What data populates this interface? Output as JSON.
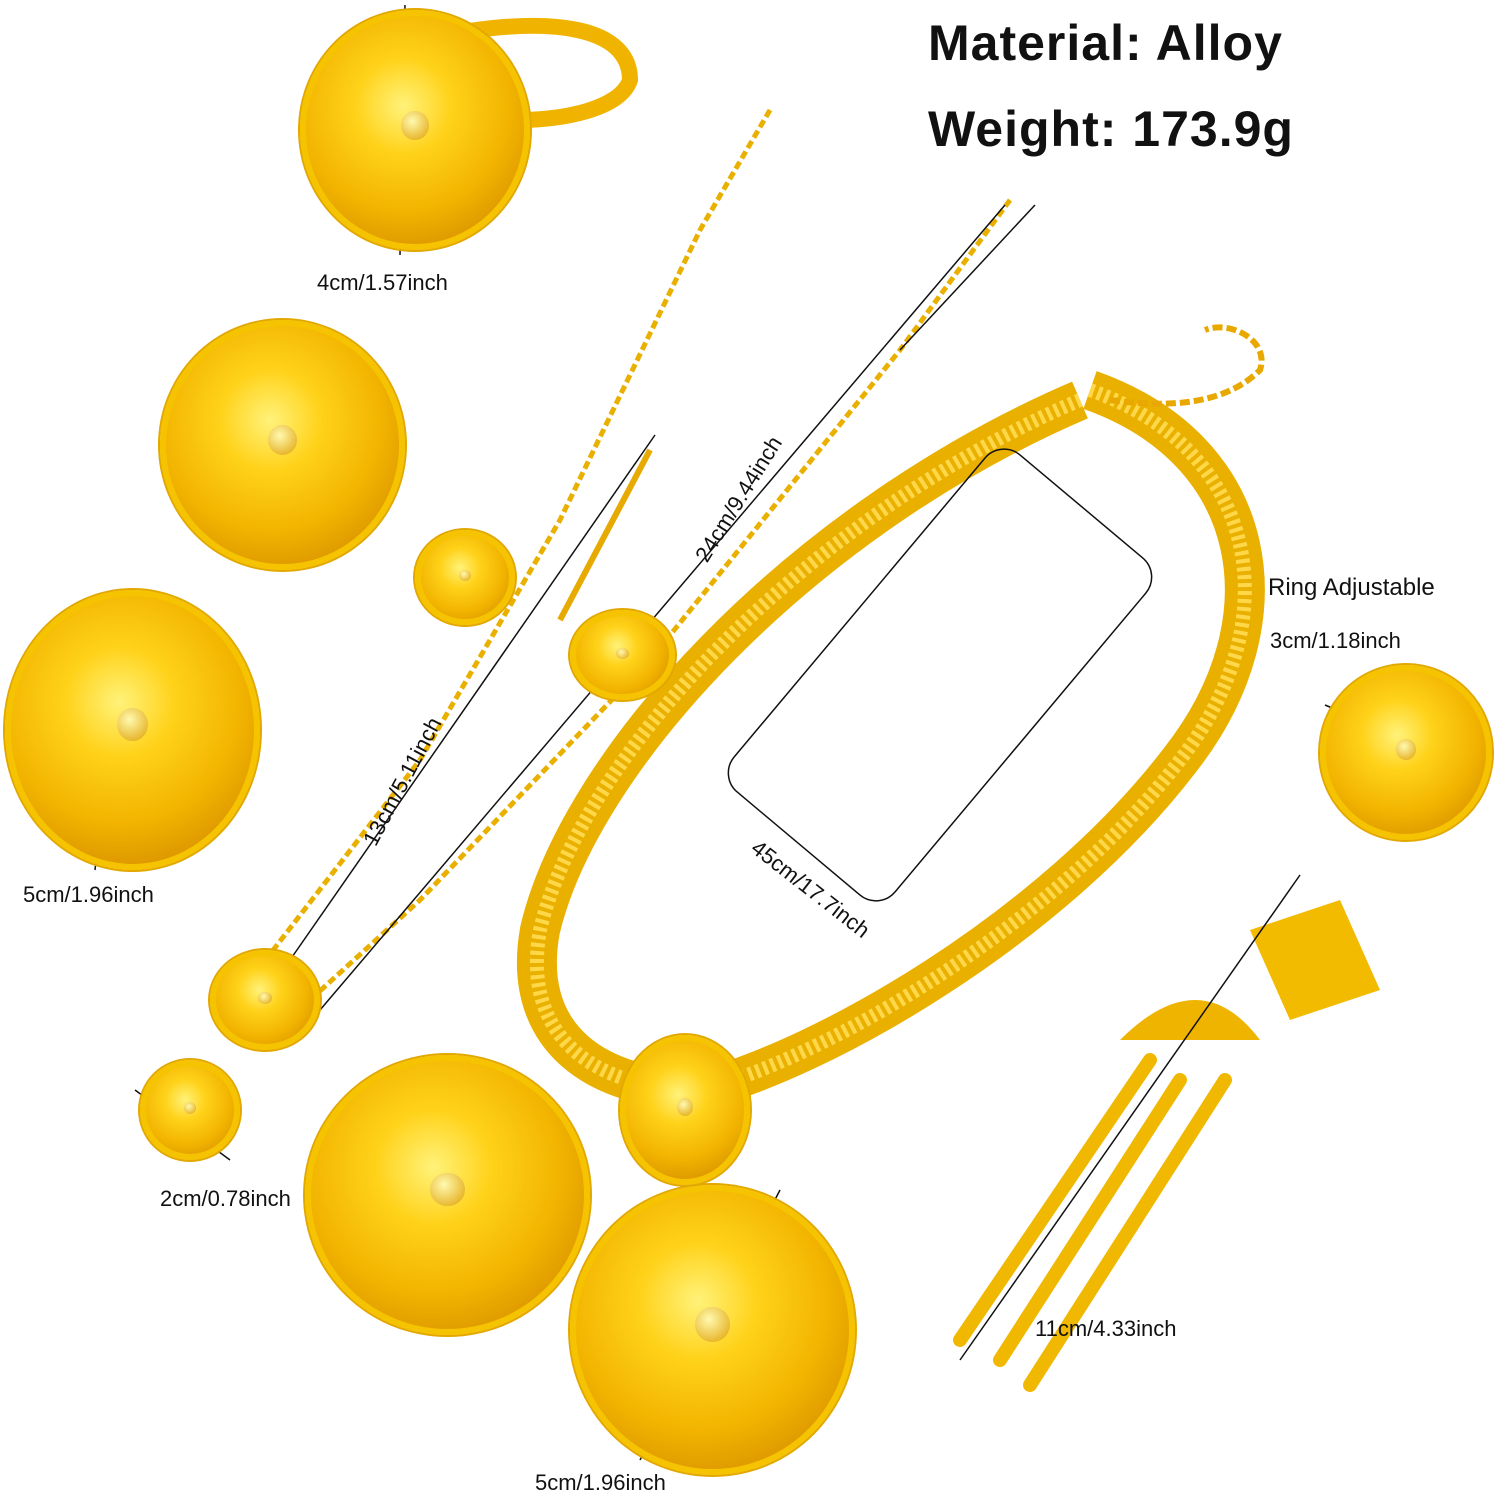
{
  "specs": {
    "material": "Material: Alloy",
    "weight": "Weight: 173.9g"
  },
  "dimensions": {
    "bracelet": "4cm/1.57inch",
    "hair_chain_long": "24cm/9.44inch",
    "hair_chain_short": "13cm/5.11inch",
    "necklace": "45cm/17.7inch",
    "ring_title": "Ring Adjustable",
    "ring": "3cm/1.18inch",
    "earring_large": "5cm/1.96inch",
    "earring_small": "2cm/0.78inch",
    "hair_comb": "11cm/4.33inch",
    "pendant": "5cm/1.96inch"
  },
  "colors": {
    "gold": "#f2b400",
    "text": "#111111"
  }
}
